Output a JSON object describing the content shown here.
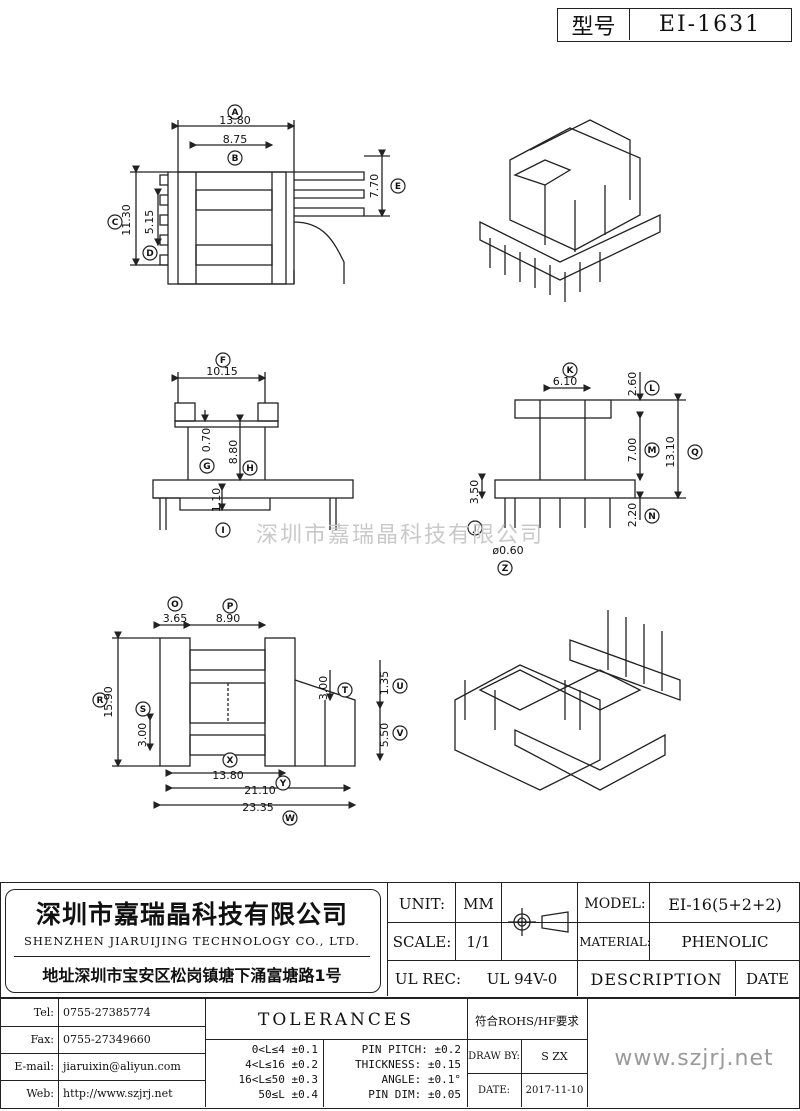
{
  "model_box": {
    "label": "型号",
    "value": "EI-1631"
  },
  "watermark": "深圳市嘉瑞晶科技有限公司",
  "dimensions": {
    "A": "13.80",
    "B": "8.75",
    "C": "11.30",
    "D": "5.15",
    "E": "7.70",
    "F": "10.15",
    "G": "0.70",
    "H": "8.80",
    "I": "1.10",
    "K": "6.10",
    "L": "2.60",
    "M": "7.00",
    "N": "2.20",
    "Q": "13.10",
    "J": "3.50",
    "Z": "ø0.60",
    "O": "3.65",
    "P": "8.90",
    "R": "15.90",
    "S": "3.00",
    "T": "3.00",
    "U": "1.35",
    "V": "5.50",
    "X": "13.80",
    "Y": "21.10",
    "W": "23.35"
  },
  "balloons": {
    "A": "A",
    "B": "B",
    "C": "C",
    "D": "D",
    "E": "E",
    "F": "F",
    "G": "G",
    "H": "H",
    "I": "I",
    "J": "J",
    "K": "K",
    "L": "L",
    "M": "M",
    "N": "N",
    "O": "O",
    "P": "P",
    "Q": "Q",
    "R": "R",
    "S": "S",
    "T": "T",
    "U": "U",
    "V": "V",
    "W": "W",
    "X": "X",
    "Y": "Y",
    "Z": "Z"
  },
  "company": {
    "name_cn": "深圳市嘉瑞晶科技有限公司",
    "name_en": "SHENZHEN JIARUIJING TECHNOLOGY CO., LTD.",
    "address": "地址深圳市宝安区松岗镇塘下涌富塘路1号"
  },
  "title_block": {
    "unit_label": "UNIT:",
    "unit_value": "MM",
    "scale_label": "SCALE:",
    "scale_value": "1/1",
    "ulrec_label": "UL REC:",
    "ulrec_value": "UL 94V-0",
    "model_label": "MODEL:",
    "model_value": "EI-16(5+2+2)",
    "material_label": "MATERIAL:",
    "material_value": "PHENOLIC",
    "description_label": "DESCRIPTION",
    "date_label": "DATE"
  },
  "contacts": {
    "tel_label": "Tel:",
    "tel_value": "0755-27385774",
    "fax_label": "Fax:",
    "fax_value": "0755-27349660",
    "email_label": "E-mail:",
    "email_value": "jiaruixin@aliyun.com",
    "web_label": "Web:",
    "web_value": "http://www.szjrj.net"
  },
  "tolerances": {
    "title": "TOLERANCES",
    "ranges": [
      "0<L≤4 ±0.1",
      "4<L≤16 ±0.2",
      "16<L≤50 ±0.3",
      "50≤L ±0.4"
    ],
    "pins": [
      "PIN PITCH: ±0.2",
      "THICKNESS: ±0.15",
      "ANGLE: ±0.1°",
      "PIN DIM: ±0.05"
    ]
  },
  "compliance": "符合ROHS/HF要求",
  "draw_by_label": "DRAW BY:",
  "draw_by_value": "S ZX",
  "date_label2": "DATE:",
  "date_value": "2017-11-10",
  "website": "www.szjrj.net"
}
